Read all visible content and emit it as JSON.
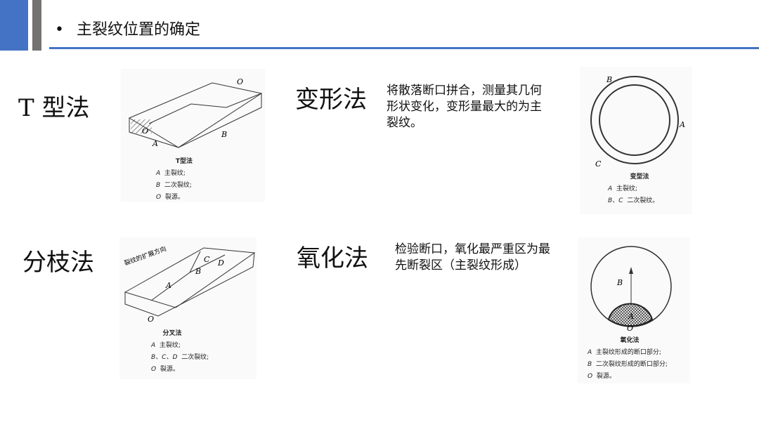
{
  "header": {
    "bullet": "•",
    "title": "主裂纹位置的确定"
  },
  "methods": [
    {
      "name": "T 型法",
      "figure": {
        "caption": "T型法",
        "legend": [
          [
            "A",
            "主裂纹;"
          ],
          [
            "B",
            "二次裂纹;"
          ],
          [
            "O",
            "裂源。"
          ]
        ]
      }
    },
    {
      "name": "变形法",
      "description": "将散落断口拼合，测量其几何形状变化，变形量最大的为主裂纹。",
      "figure": {
        "caption": "变型法",
        "legend": [
          [
            "A",
            "主裂纹;"
          ],
          [
            "B、C",
            "二次裂纹。"
          ]
        ]
      }
    },
    {
      "name": "分枝法",
      "figure": {
        "arrow_label": "裂纹的扩展方向",
        "caption": "分叉法",
        "legend": [
          [
            "A",
            "主裂纹;"
          ],
          [
            "B、C、D",
            "二次裂纹;"
          ],
          [
            "O",
            "裂源。"
          ]
        ]
      }
    },
    {
      "name": "氧化法",
      "description": "检验断口，氧化最严重区为最先断裂区（主裂纹形成）",
      "figure": {
        "caption": "氧化法",
        "legend": [
          [
            "A",
            "主裂纹形成的断口部分;"
          ],
          [
            "B",
            "二次裂纹形成的断口部分;"
          ],
          [
            "O",
            "裂源。"
          ]
        ]
      }
    }
  ],
  "labels": {
    "A": "A",
    "B": "B",
    "C": "C",
    "D": "D",
    "O": "O"
  }
}
